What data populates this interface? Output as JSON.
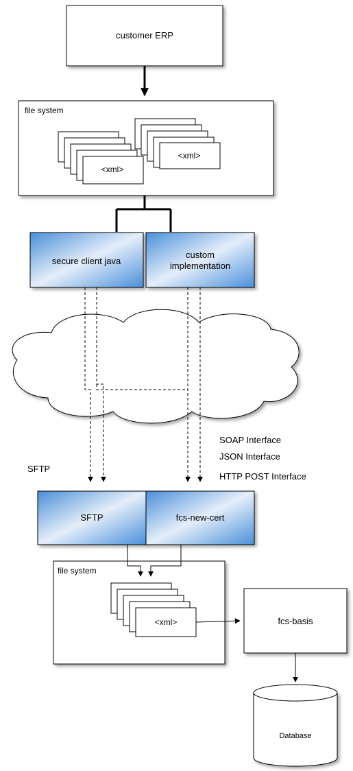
{
  "nodes": {
    "customer_erp": "customer ERP",
    "file_system_top": "file system",
    "xml_top_left": "<xml>",
    "xml_top_right": "<xml>",
    "secure_client_java": "secure client java",
    "custom_implementation_line1": "custom",
    "custom_implementation_line2": "implementation",
    "sftp_server": "SFTP",
    "fcs_new_cert": "fcs-new-cert",
    "file_system_bottom": "file system",
    "xml_bottom": "<xml>",
    "fcs_basis": "fcs-basis",
    "database": "Database"
  },
  "labels": {
    "sftp_protocol": "SFTP",
    "soap_interface": "SOAP Interface",
    "json_interface": "JSON Interface",
    "http_post_interface": "HTTP POST Interface"
  },
  "colors": {
    "blue_light": "#dde9f7",
    "blue_dark": "#4a8fd9"
  }
}
